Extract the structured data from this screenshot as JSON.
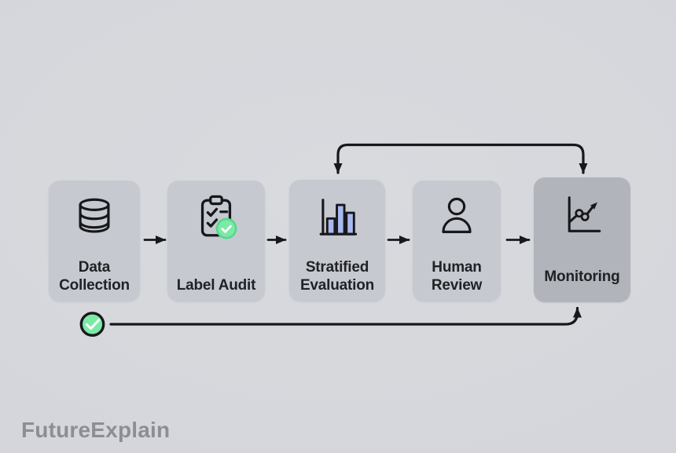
{
  "watermark": "FutureExplain",
  "diagram": {
    "nodes": [
      {
        "id": "data-collection",
        "label": "Data Collection",
        "icon": "database-icon"
      },
      {
        "id": "label-audit",
        "label": "Label Audit",
        "icon": "clipboard-checklist-icon",
        "badge": "green-check"
      },
      {
        "id": "stratified-evaluation",
        "label": "Stratified Evaluation",
        "icon": "bar-chart-icon"
      },
      {
        "id": "human-review",
        "label": "Human Review",
        "icon": "person-icon"
      },
      {
        "id": "monitoring",
        "label": "Monitoring",
        "icon": "trend-line-icon"
      }
    ],
    "edges": [
      {
        "from": "data-collection",
        "to": "label-audit",
        "type": "flow-arrow"
      },
      {
        "from": "label-audit",
        "to": "stratified-evaluation",
        "type": "flow-arrow"
      },
      {
        "from": "stratified-evaluation",
        "to": "human-review",
        "type": "flow-arrow"
      },
      {
        "from": "human-review",
        "to": "monitoring",
        "type": "flow-arrow"
      },
      {
        "between": [
          "stratified-evaluation",
          "monitoring"
        ],
        "type": "top-feedback-loop-double-arrowhead"
      },
      {
        "from": "approved-check-icon",
        "to": "monitoring",
        "type": "bottom-return-arrow"
      }
    ]
  },
  "colors": {
    "background": "#d5d7dc",
    "node_fill": "#c7c9d0",
    "monitoring_node_fill": "#b2b4bb",
    "line_stroke": "#17181b",
    "bar_fill": "#a9b9f0",
    "check_green": "#7ce9a6",
    "check_mark_white": "#f4fdf7",
    "label_text": "#212226",
    "watermark_text": "#8c8e95"
  }
}
